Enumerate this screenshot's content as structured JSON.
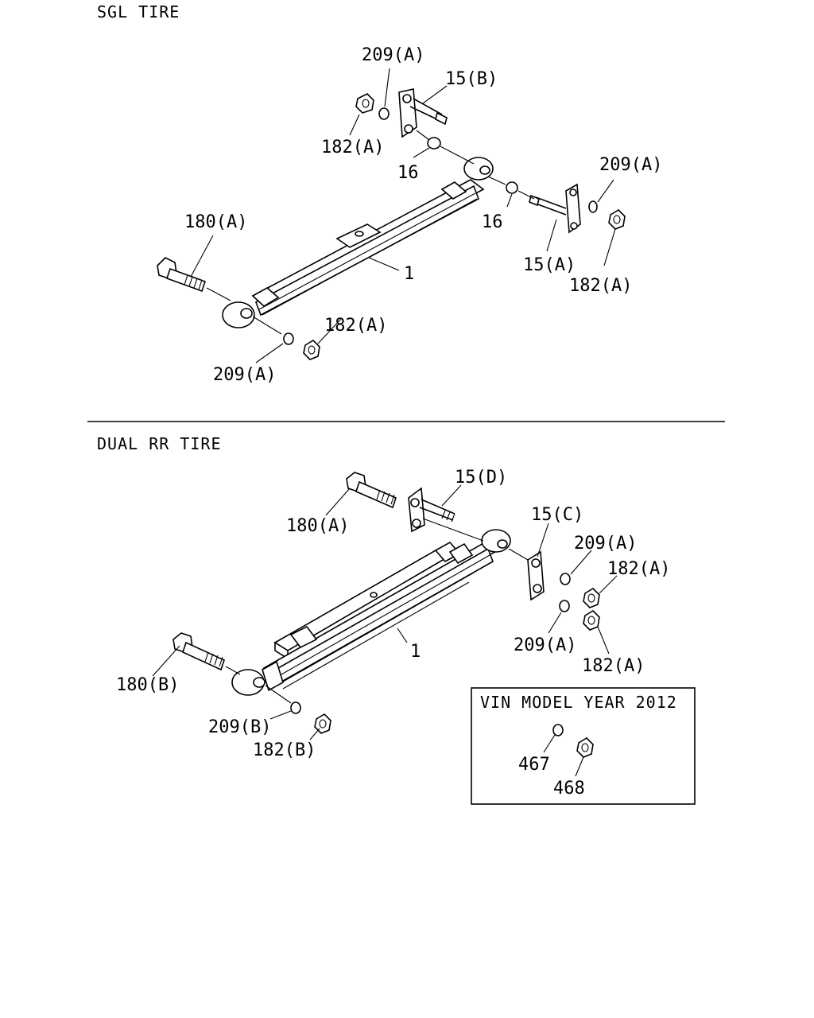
{
  "sections": {
    "single": {
      "title": "SGL TIRE"
    },
    "dual": {
      "title": "DUAL RR TIRE"
    }
  },
  "callouts": {
    "sgl_209a_top": "209(A)",
    "sgl_15b": "15(B)",
    "sgl_182a_top": "182(A)",
    "sgl_16_top": "16",
    "sgl_209a_right": "209(A)",
    "sgl_180a": "180(A)",
    "sgl_16_right": "16",
    "sgl_1": "1",
    "sgl_15a": "15(A)",
    "sgl_182a_right": "182(A)",
    "sgl_182a_bottom": "182(A)",
    "sgl_209a_bottom": "209(A)",
    "dual_15d": "15(D)",
    "dual_180a": "180(A)",
    "dual_15c": "15(C)",
    "dual_209a_upper": "209(A)",
    "dual_182a_upper": "182(A)",
    "dual_1": "1",
    "dual_209a_lower": "209(A)",
    "dual_182a_lower": "182(A)",
    "dual_180b": "180(B)",
    "dual_209b": "209(B)",
    "dual_182b": "182(B)"
  },
  "vin_box": {
    "title": "VIN MODEL YEAR 2012",
    "part_467": "467",
    "part_468": "468"
  }
}
